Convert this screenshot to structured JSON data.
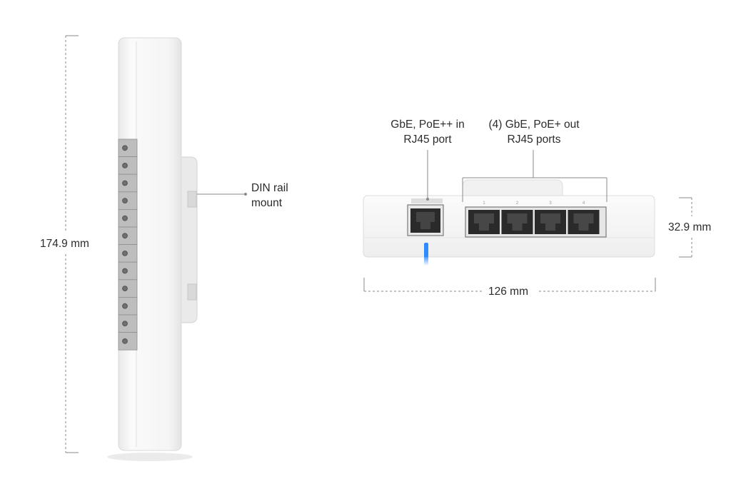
{
  "dimensions": {
    "height": "174.9 mm",
    "width": "126 mm",
    "depth": "32.9 mm"
  },
  "callouts": {
    "din_rail_line1": "DIN rail",
    "din_rail_line2": "mount",
    "uplink_line1": "GbE, PoE++ in",
    "uplink_line2": "RJ45 port",
    "downlink_line1": "(4) GbE, PoE+ out",
    "downlink_line2": "RJ45 ports"
  },
  "port_labels": [
    "1",
    "2",
    "3",
    "4"
  ],
  "colors": {
    "device_body": "#f7f7f7",
    "device_edge": "#dcdcdc",
    "led": "#2f8cff",
    "dimension_line": "#8a8a8a"
  }
}
